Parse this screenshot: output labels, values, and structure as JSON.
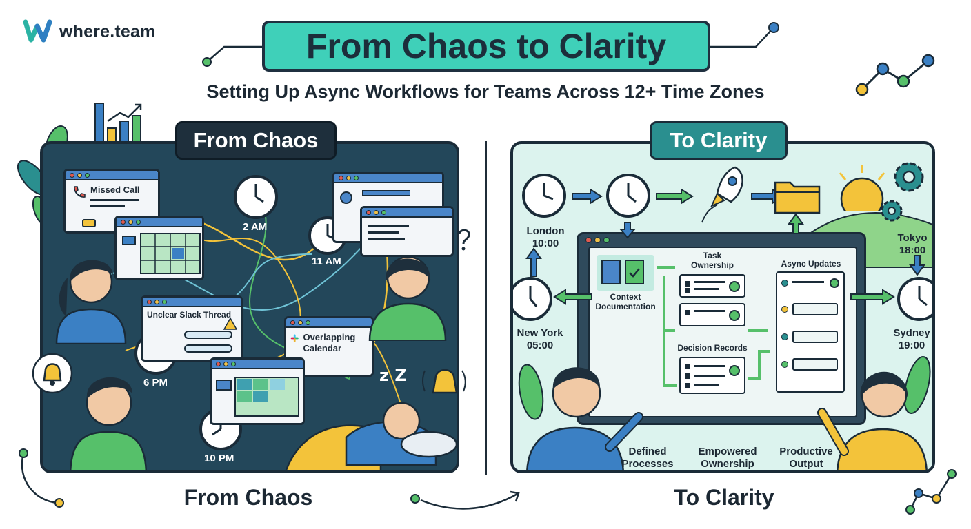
{
  "brand": {
    "name": "where.team"
  },
  "header": {
    "title": "From Chaos to Clarity",
    "subtitle": "Setting Up Async Workflows for Teams Across 12+ Time Zones"
  },
  "chaos": {
    "badge": "From Chaos",
    "footer": "From Chaos",
    "missed_call": "Missed Call",
    "slack_thread": "Unclear Slack Thread",
    "overlapping_calendar": "Overlapping Calendar",
    "times": [
      "2 AM",
      "11 AM",
      "6 PM",
      "10 PM"
    ]
  },
  "clarity": {
    "badge": "To Clarity",
    "footer": "To Clarity",
    "london": {
      "city": "London",
      "time": "10:00"
    },
    "tokyo": {
      "city": "Tokyo",
      "time": "18:00"
    },
    "new_york": {
      "city": "New York",
      "time": "05:00"
    },
    "sydney": {
      "city": "Sydney",
      "time": "19:00"
    },
    "context_doc": "Context Documentation",
    "task_ownership": "Task Ownership",
    "decision_records": "Decision Records",
    "async_updates": "Async Updates",
    "bottom_labels": [
      {
        "line1": "Defined",
        "line2": "Processes"
      },
      {
        "line1": "Empowered",
        "line2": "Ownership"
      },
      {
        "line1": "Productive",
        "line2": "Output"
      }
    ]
  },
  "colors": {
    "accent_teal": "#3fd0b9",
    "dark_navy": "#1a2b38",
    "panel_chaos": "#23475a",
    "panel_clarity": "#dcf3ee",
    "arrow_green": "#4cb865",
    "arrow_blue": "#3b80c4",
    "warning_yellow": "#f3c33a"
  }
}
